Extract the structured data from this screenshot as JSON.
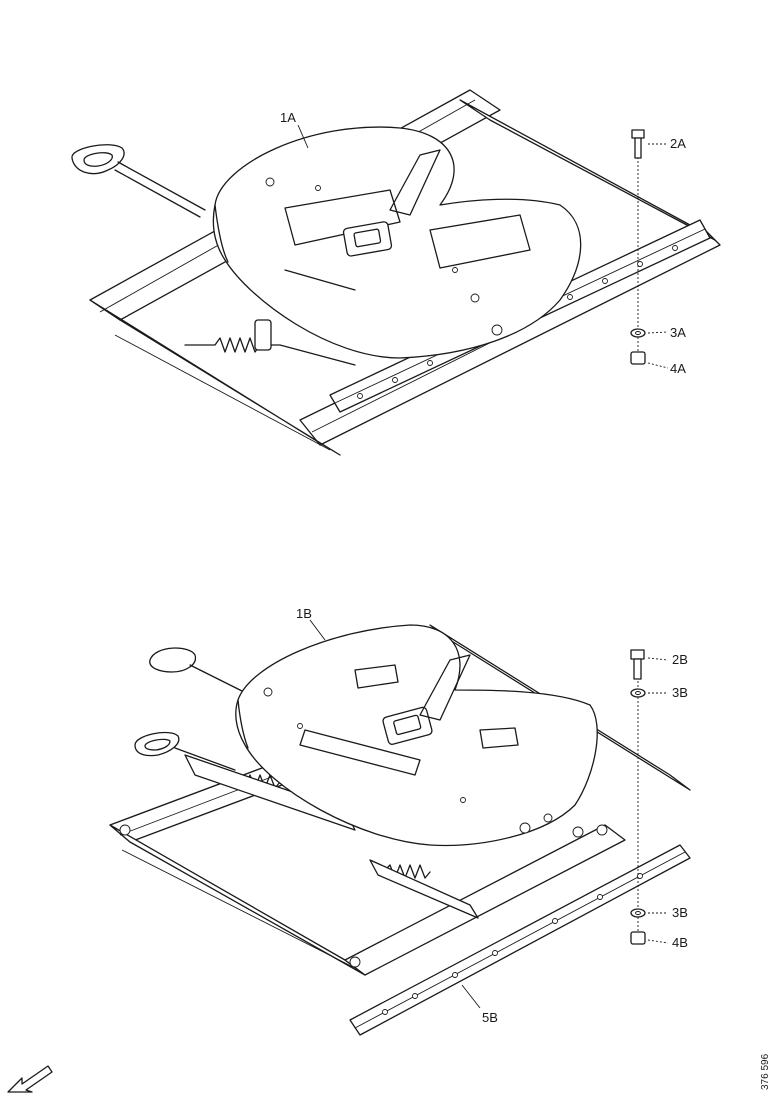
{
  "callouts": {
    "c1A": "1A",
    "c2A": "2A",
    "c3A": "3A",
    "c4A": "4A",
    "c1B": "1B",
    "c2B": "2B",
    "c3B_top": "3B",
    "c3B_bottom": "3B",
    "c4B": "4B",
    "c5B": "5B"
  },
  "drawing_code": "376 596",
  "icons": {
    "direction": "arrow-down-left-icon"
  }
}
